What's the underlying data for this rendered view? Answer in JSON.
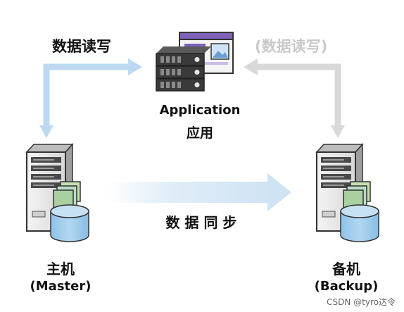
{
  "labels": {
    "read_write_left": "数据读写",
    "read_write_right": "(数据读写)",
    "app_en": "Application",
    "app_cn": "应用",
    "sync": "数 据 同 步",
    "master_cn": "主机",
    "master_en": "(Master)",
    "backup_cn": "备机",
    "backup_en": "(Backup)",
    "watermark": "CSDN @tyro达令"
  },
  "colors": {
    "arrow_active": "#bcd9f1",
    "arrow_inactive": "#d9d9d9",
    "sync_arrow": "#d7e7f6",
    "server_dark": "#3a3a3a",
    "cylinder": "#9fcbea",
    "window_bar": "#7d62b8"
  },
  "icons": [
    "server-rack-icon",
    "browser-window-icon",
    "tower-server-icon",
    "database-cylinder-icon",
    "stacked-windows-icon"
  ]
}
